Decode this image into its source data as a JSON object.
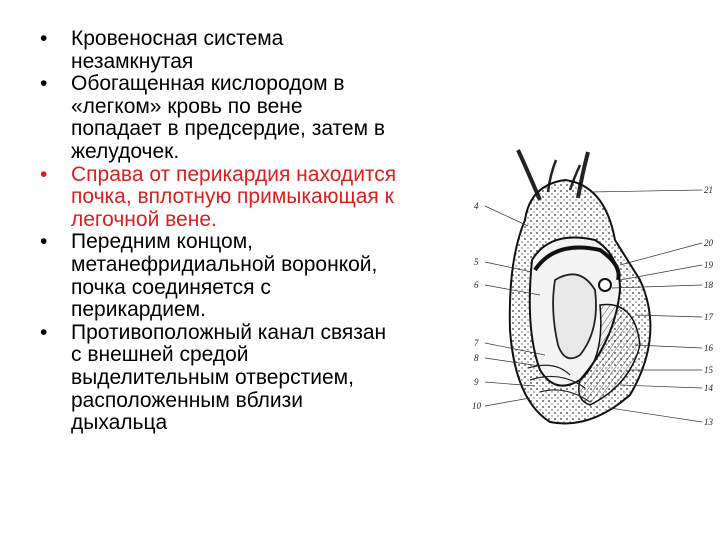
{
  "bullets": [
    {
      "color": "#000000",
      "lines": [
        "Кровеносная система",
        "незамкнутая"
      ]
    },
    {
      "color": "#000000",
      "lines": [
        "Обогащенная кислородом в",
        "«легком» кровь по вене",
        "попадает в предсердие, затем в",
        "желудочек."
      ]
    },
    {
      "color": "#dc1e1e",
      "lines": [
        "Справа от перикардия находится",
        "почка, вплотную примыкающая к",
        "легочной вене."
      ]
    },
    {
      "color": "#000000",
      "lines": [
        "Передним концом,",
        "метанефридиальной воронкой,",
        "почка соединяется с",
        "перикардием."
      ]
    },
    {
      "color": "#000000",
      "lines": [
        "Противоположный канал связан",
        "с внешней средой",
        "выделительным отверстием,",
        "расположенным вблизи",
        "дыхальца"
      ]
    }
  ],
  "bullet_glyph": "•",
  "figure": {
    "labels_left": [
      "4",
      "5",
      "6",
      "7",
      "8",
      "9",
      "10"
    ],
    "labels_right": [
      "21",
      "20",
      "19",
      "18",
      "17",
      "16",
      "15",
      "14",
      "13"
    ]
  }
}
